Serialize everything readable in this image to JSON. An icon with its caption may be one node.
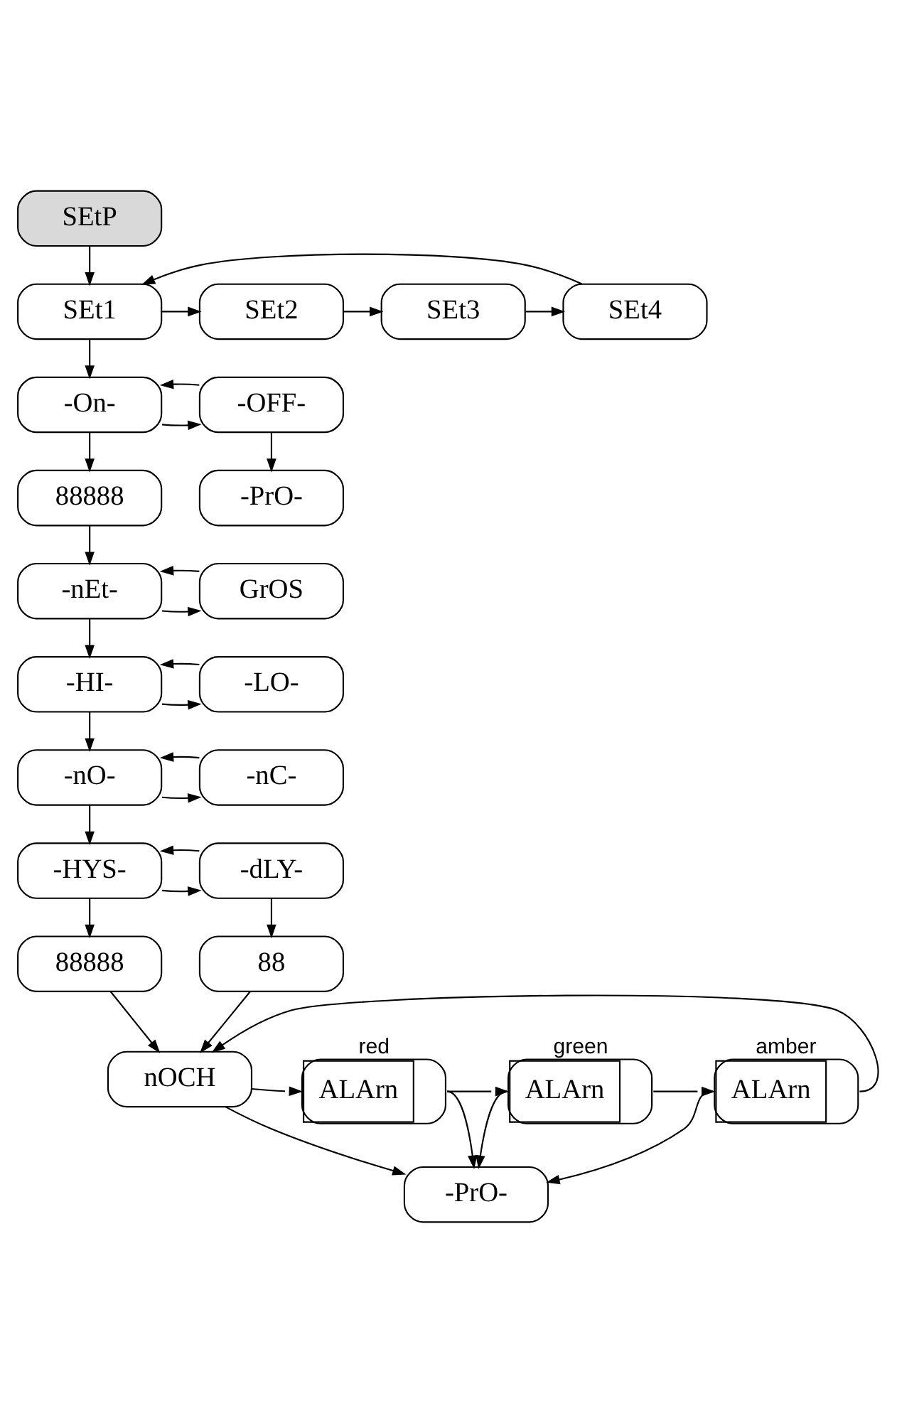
{
  "diagram": {
    "nodes": [
      {
        "text": [
          "SEtP"
        ]
      },
      {
        "text": [
          "SEt1"
        ]
      },
      {
        "text": [
          "SEt2"
        ]
      },
      {
        "text": [
          "SEt3"
        ]
      },
      {
        "text": [
          "SEt4"
        ]
      },
      {
        "text": [
          "-On-"
        ]
      },
      {
        "text": [
          "-OFF-"
        ]
      },
      {
        "text": [
          "88888"
        ]
      },
      {
        "text": [
          "-PrO-"
        ]
      },
      {
        "text": [
          "-nEt-"
        ]
      },
      {
        "text": [
          "GrOS"
        ]
      },
      {
        "text": [
          "-HI-"
        ]
      },
      {
        "text": [
          "-LO-"
        ]
      },
      {
        "text": [
          "-nO-"
        ]
      },
      {
        "text": [
          "-nC-"
        ]
      },
      {
        "text": [
          "-HYS-"
        ]
      },
      {
        "text": [
          "-dLY-"
        ]
      },
      {
        "text": [
          "88888"
        ]
      },
      {
        "text": [
          "88"
        ]
      },
      {
        "text": [
          "nOCH"
        ]
      },
      {
        "text": [
          "ALArn"
        ],
        "beside": [
          "red"
        ]
      },
      {
        "text": [
          "ALArn"
        ],
        "beside": [
          "green"
        ]
      },
      {
        "text": [
          "ALArn"
        ],
        "beside": [
          "amber"
        ]
      },
      {
        "text": [
          "-PrO-"
        ]
      }
    ],
    "edges": [
      {
        "from": 0,
        "to": 1,
        "arrow": "to"
      },
      {
        "from": 1,
        "to": 2,
        "arrow": "to"
      },
      {
        "from": 2,
        "to": 3,
        "arrow": "to"
      },
      {
        "from": 3,
        "to": 4,
        "arrow": "to"
      },
      {
        "from": 4,
        "to": 1,
        "arrow": "to"
      },
      {
        "from": 1,
        "to": 5,
        "arrow": "to"
      },
      {
        "from": 5,
        "to": 6,
        "arrow": "to"
      },
      {
        "from": 6,
        "to": 5,
        "arrow": "to"
      },
      {
        "from": 5,
        "to": 7,
        "arrow": "to"
      },
      {
        "from": 6,
        "to": 8,
        "arrow": "to"
      },
      {
        "from": 7,
        "to": 9,
        "arrow": "to"
      },
      {
        "from": 9,
        "to": 10,
        "arrow": "to"
      },
      {
        "from": 10,
        "to": 9,
        "arrow": "to"
      },
      {
        "from": 9,
        "to": 11,
        "arrow": "to"
      },
      {
        "from": 11,
        "to": 12,
        "arrow": "to"
      },
      {
        "from": 12,
        "to": 11,
        "arrow": "to"
      },
      {
        "from": 11,
        "to": 13,
        "arrow": "to"
      },
      {
        "from": 13,
        "to": 14,
        "arrow": "to"
      },
      {
        "from": 14,
        "to": 13,
        "arrow": "to"
      },
      {
        "from": 13,
        "to": 15,
        "arrow": "to"
      },
      {
        "from": 15,
        "to": 16,
        "arrow": "to"
      },
      {
        "from": 16,
        "to": 15,
        "arrow": "to"
      },
      {
        "from": 15,
        "to": 17,
        "arrow": "to"
      },
      {
        "from": 16,
        "to": 18,
        "arrow": "to"
      },
      {
        "from": 17,
        "to": 19,
        "arrow": "to"
      },
      {
        "from": 18,
        "to": 19,
        "arrow": "to"
      },
      {
        "from": 19,
        "to": 20,
        "arrow": "to"
      },
      {
        "from": 20,
        "to": 21,
        "arrow": "to"
      },
      {
        "from": 21,
        "to": 22,
        "arrow": "to"
      },
      {
        "from": 22,
        "to": 19,
        "arrow": "to"
      },
      {
        "from": 19,
        "to": 23,
        "arrow": "to"
      },
      {
        "from": 20,
        "to": 23,
        "arrow": "to"
      },
      {
        "from": 21,
        "to": 23,
        "arrow": "to"
      },
      {
        "from": 22,
        "to": 23,
        "arrow": "to"
      }
    ]
  }
}
